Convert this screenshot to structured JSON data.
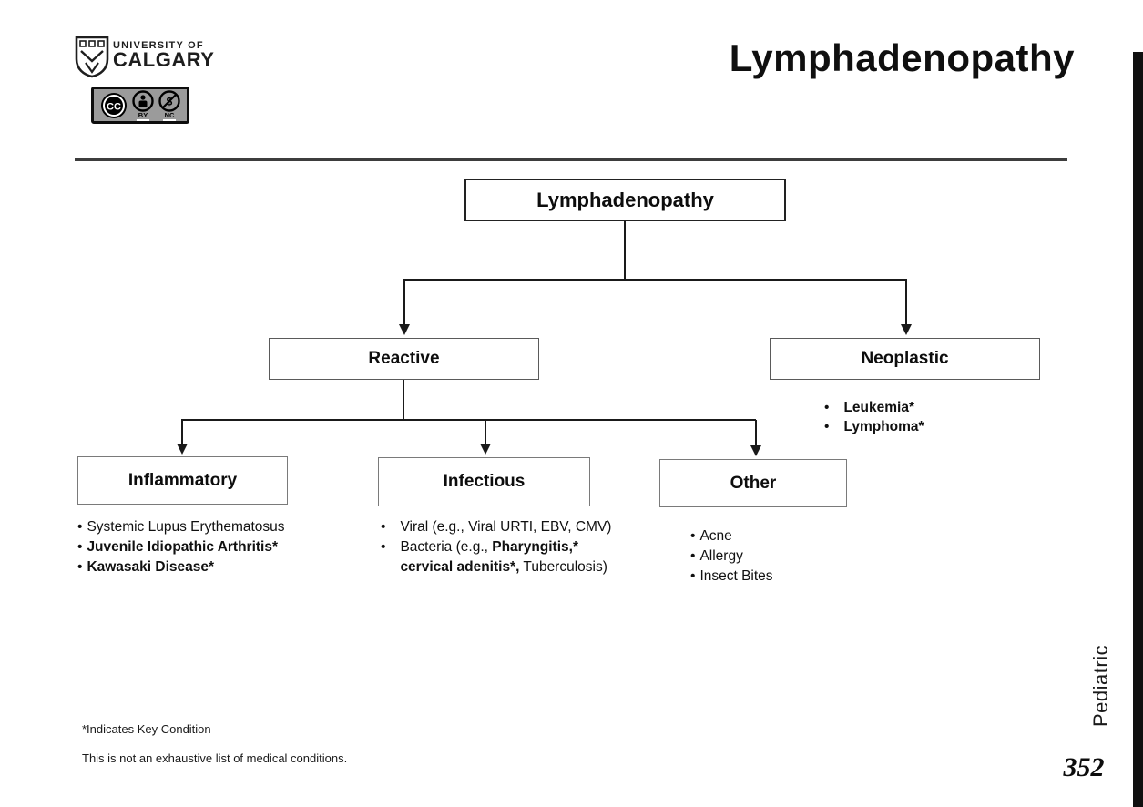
{
  "header": {
    "logo": {
      "line1": "UNIVERSITY OF",
      "line2": "CALGARY"
    },
    "license": {
      "cc": "CC",
      "by": "BY",
      "nc": "NC"
    },
    "title": "Lymphadenopathy"
  },
  "flowchart": {
    "root_label": "Lymphadenopathy",
    "reactive_label": "Reactive",
    "neoplastic_label": "Neoplastic",
    "inflammatory_label": "Inflammatory",
    "infectious_label": "Infectious",
    "other_label": "Other",
    "lists": {
      "neoplastic": {
        "items": [
          [
            {
              "t": "Leukemia*",
              "b": true
            }
          ],
          [
            {
              "t": "Lymphoma*",
              "b": true
            }
          ]
        ]
      },
      "inflammatory": {
        "items": [
          [
            {
              "t": "Systemic Lupus Erythematosus",
              "b": false
            }
          ],
          [
            {
              "t": "Juvenile Idiopathic Arthritis*",
              "b": true
            }
          ],
          [
            {
              "t": "Kawasaki Disease*",
              "b": true
            }
          ]
        ]
      },
      "infectious": {
        "items": [
          [
            {
              "t": "Viral (e.g., Viral URTI, EBV, CMV)",
              "b": false
            }
          ],
          [
            {
              "t": "Bacteria (e.g., ",
              "b": false
            },
            {
              "t": "Pharyngitis,*",
              "b": true
            },
            {
              "t": " ",
              "b": false
            },
            {
              "t": "cervical adenitis*,",
              "b": true
            },
            {
              "t": " Tuberculosis)",
              "b": false
            }
          ]
        ]
      },
      "other": {
        "items": [
          [
            {
              "t": "Acne",
              "b": false
            }
          ],
          [
            {
              "t": "Allergy",
              "b": false
            }
          ],
          [
            {
              "t": "Insect Bites",
              "b": false
            }
          ]
        ]
      }
    }
  },
  "footnotes": {
    "key": "*Indicates Key Condition",
    "exhaustive": "This is not an exhaustive list of medical conditions."
  },
  "sidebar": {
    "category": "Pediatric",
    "page_number": "352"
  },
  "colors": {
    "background": "#ffffff",
    "text": "#111111",
    "side_bar": "#101010",
    "divider": "#3d3d3d",
    "root_border": "#222222",
    "node_border": "#5a5a5a",
    "badge_background": "#9b9b9b"
  }
}
